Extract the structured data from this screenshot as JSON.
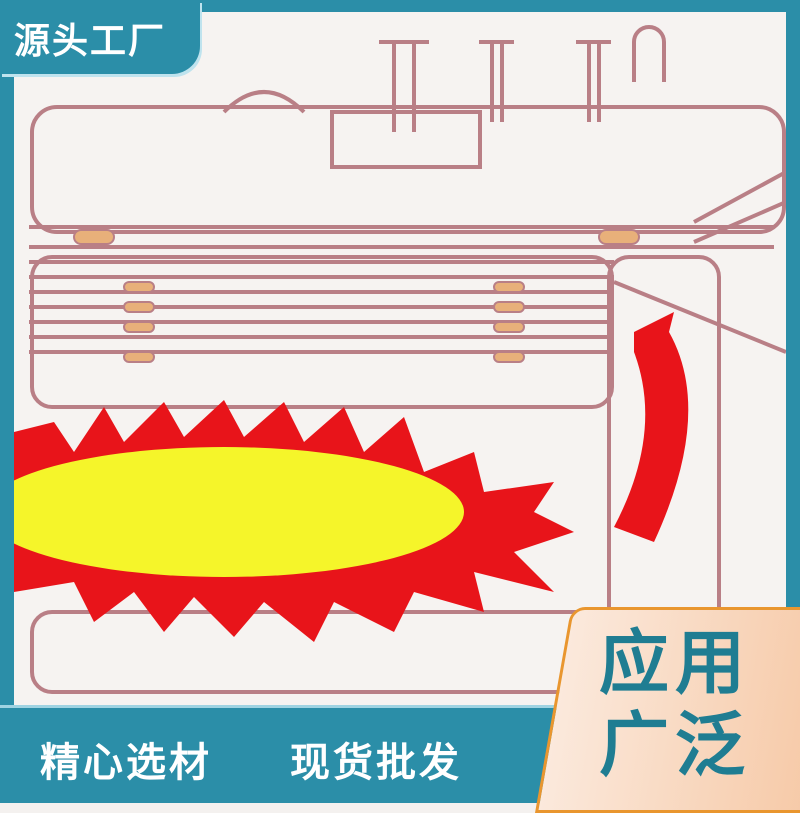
{
  "badge": {
    "label": "源头工厂"
  },
  "bottom": {
    "left_slogan": "精心选材",
    "right_slogan": "现货批发"
  },
  "card": {
    "line1": "应用",
    "line2": "广泛"
  },
  "colors": {
    "teal": "#2b8ea8",
    "flame_red": "#e8141a",
    "flame_yellow": "#f5f52a",
    "outline": "#b97f86"
  }
}
